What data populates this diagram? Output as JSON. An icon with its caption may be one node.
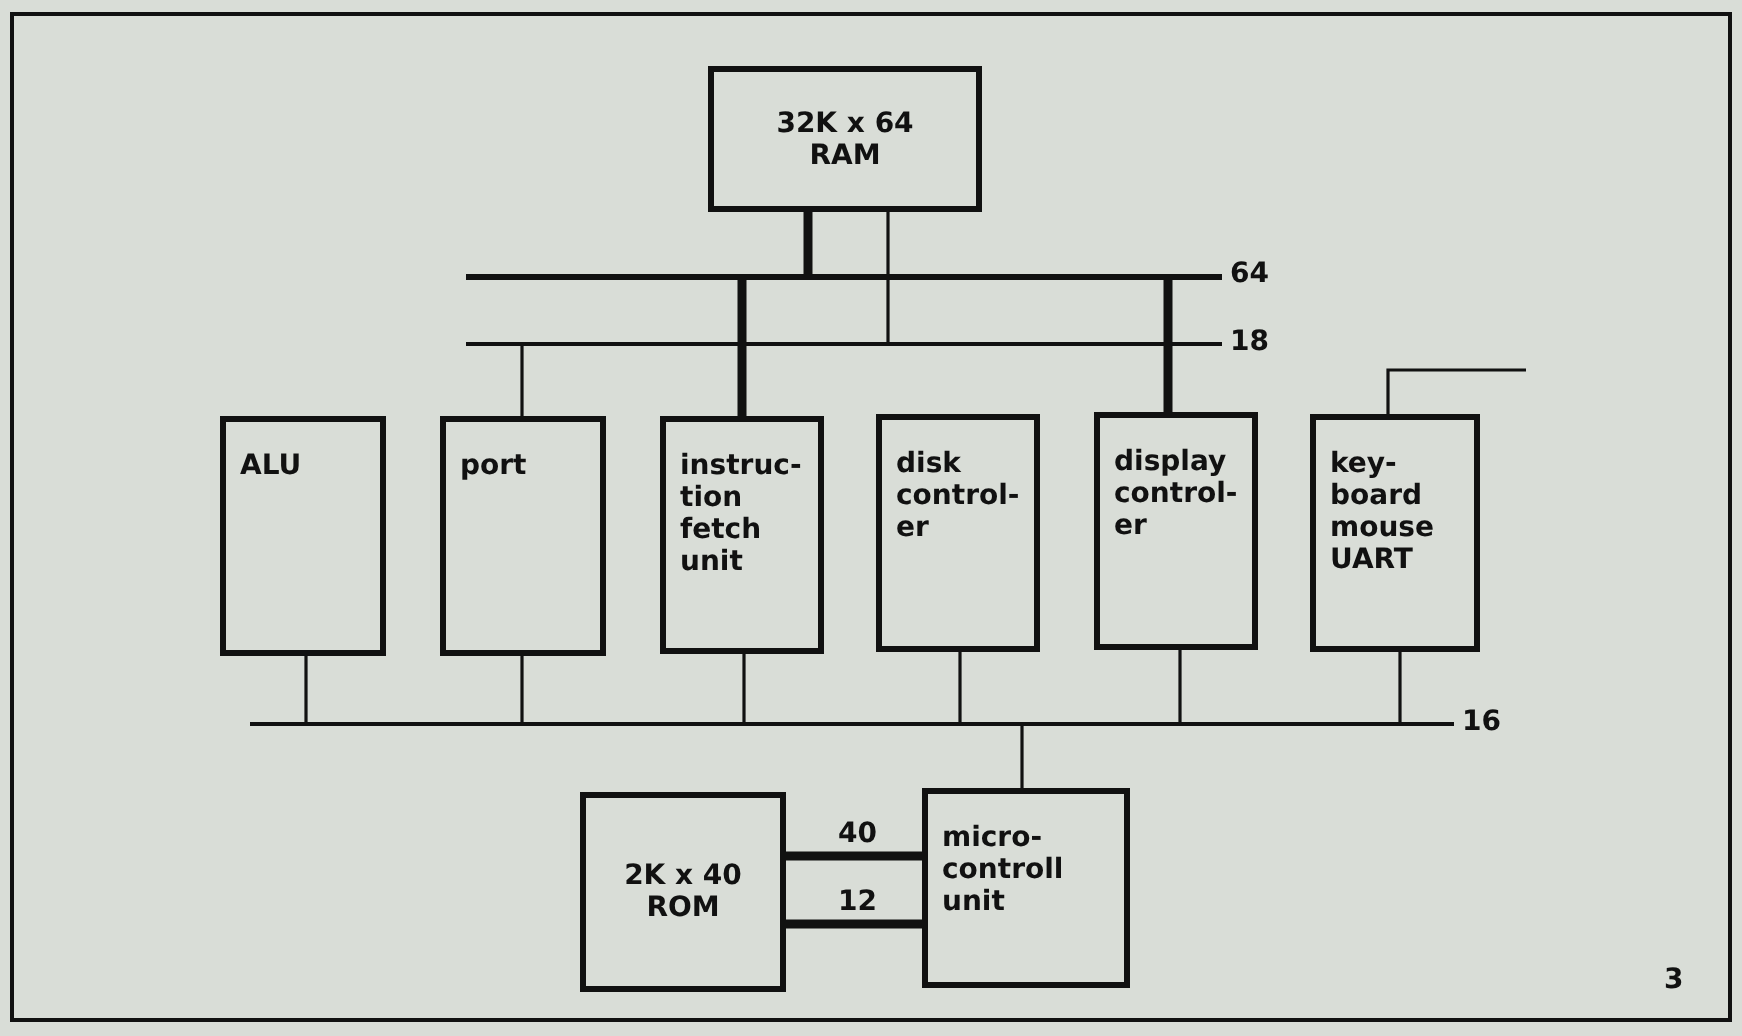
{
  "diagram": {
    "nodes": [
      {
        "text": [
          "32K x 64 RAM"
        ]
      },
      {
        "text": [],
        "shape": "bar",
        "beside": [
          "64"
        ]
      },
      {
        "text": [],
        "shape": "bar",
        "beside": [
          "18"
        ]
      },
      {
        "text": [
          "ALU"
        ]
      },
      {
        "text": [
          "port"
        ]
      },
      {
        "text": [
          "instruc- tion fetch unit"
        ]
      },
      {
        "text": [
          "disk control- er"
        ]
      },
      {
        "text": [
          "display control- er"
        ]
      },
      {
        "text": [
          "key- board mouse UART"
        ]
      },
      {
        "text": [],
        "shape": "bar",
        "beside": [
          "16"
        ]
      },
      {
        "text": [
          "2K x 40 ROM"
        ]
      },
      {
        "text": [
          "micro- controll unit"
        ]
      }
    ],
    "edges": [
      {
        "from": 0,
        "to": 1,
        "arrow": "none",
        "style": "thick"
      },
      {
        "from": 0,
        "to": 2,
        "arrow": "none"
      },
      {
        "from": 2,
        "to": 4,
        "arrow": "none"
      },
      {
        "from": 1,
        "to": 5,
        "arrow": "none",
        "style": "thick"
      },
      {
        "from": 1,
        "to": 7,
        "arrow": "none",
        "style": "thick"
      },
      {
        "from": 8,
        "to": null,
        "arrow": "none"
      },
      {
        "from": 3,
        "to": 9,
        "arrow": "none"
      },
      {
        "from": 4,
        "to": 9,
        "arrow": "none"
      },
      {
        "from": 5,
        "to": 9,
        "arrow": "none"
      },
      {
        "from": 6,
        "to": 9,
        "arrow": "none"
      },
      {
        "from": 7,
        "to": 9,
        "arrow": "none"
      },
      {
        "from": 8,
        "to": 9,
        "arrow": "none"
      },
      {
        "from": 9,
        "to": 11,
        "arrow": "none"
      },
      {
        "from": 10,
        "to": 11,
        "label": "40",
        "arrow": "none",
        "style": "thick"
      },
      {
        "from": 10,
        "to": 11,
        "label": "12",
        "arrow": "none",
        "style": "thick"
      }
    ],
    "labels": [
      "3"
    ]
  }
}
